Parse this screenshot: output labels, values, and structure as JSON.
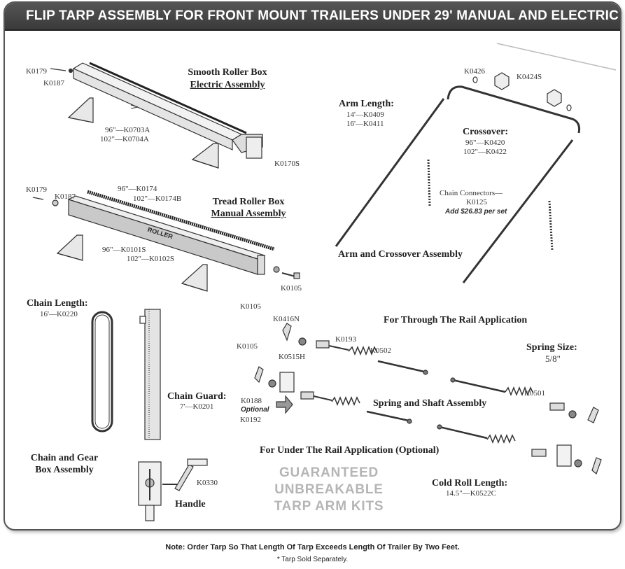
{
  "title": "FLIP TARP ASSEMBLY FOR FRONT MOUNT TRAILERS UNDER 29' MANUAL AND ELECTRIC",
  "electric_box": {
    "heading1": "Smooth Roller Box",
    "heading2": "Electric Assembly",
    "k0179": "K0179",
    "k0187": "K0187",
    "len96": "96\"—K0703A",
    "len102": "102\"—K0704A",
    "k0170s": "K0170S"
  },
  "manual_box": {
    "heading1": "Tread Roller Box",
    "heading2": "Manual Assembly",
    "k0179": "K0179",
    "k0187": "K0187",
    "top96": "96\"—K0174",
    "top102": "102\"—K0174B",
    "len96": "96\"—K0101S",
    "len102": "102\"—K0102S",
    "k0105": "K0105",
    "logo_text": "ROLLER"
  },
  "arm": {
    "arm_length_heading": "Arm Length:",
    "arm14": "14'—K0409",
    "arm16": "16'—K0411",
    "k0426": "K0426",
    "k0424s": "K0424S",
    "crossover_heading": "Crossover:",
    "cross96": "96\"—K0420",
    "cross102": "102\"—K0422",
    "chain_connectors": "Chain Connectors—",
    "k0125": "K0125",
    "price": "Add $26.83 per set",
    "assembly": "Arm and Crossover Assembly"
  },
  "chain": {
    "length_heading": "Chain Length:",
    "length_value": "16'—K0220",
    "guard_heading": "Chain Guard:",
    "guard_value": "7'—K0201",
    "gear_heading1": "Chain and Gear",
    "gear_heading2": "Box Assembly",
    "handle": "Handle",
    "k0330": "K0330"
  },
  "spring": {
    "k0105a": "K0105",
    "k0416n": "K0416N",
    "k0193": "K0193",
    "k0105b": "K0105",
    "k0502": "K0502",
    "k0515h": "K0515H",
    "k0188": "K0188",
    "optional": "Optional",
    "k0192": "K0192",
    "through_rail": "For Through The Rail Application",
    "spring_size": "Spring Size:",
    "spring_value": "5/8\"",
    "k0501": "K0501",
    "assembly": "Spring and Shaft Assembly",
    "under_rail": "For Under The Rail Application (Optional)",
    "cold_roll": "Cold Roll Length:",
    "cold_value": "14.5\"—K0522C"
  },
  "watermark": [
    "GUARANTEED",
    "UNBREAKABLE",
    "TARP ARM KITS"
  ],
  "note": "Note: Order Tarp So That Length Of Tarp Exceeds Length Of Trailer By Two Feet.",
  "subnote": "* Tarp Sold Separately.",
  "colors": {
    "title_bar": "#444444",
    "frame_border": "#555555",
    "watermark": "#b5b5b5"
  }
}
